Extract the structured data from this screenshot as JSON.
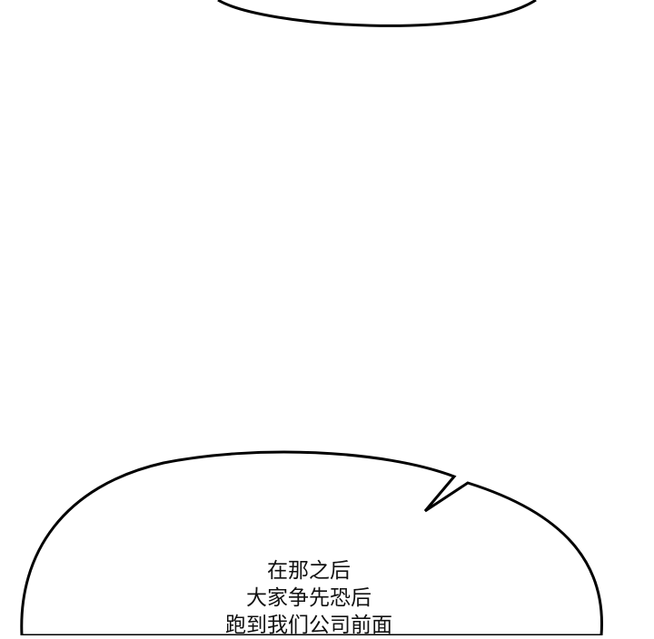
{
  "panel": {
    "bubble_bottom": {
      "lines": [
        "在那之后",
        "大家争先恐后",
        "跑到我们公司前面"
      ]
    },
    "colors": {
      "background": "#ffffff",
      "ink": "#000000"
    }
  }
}
